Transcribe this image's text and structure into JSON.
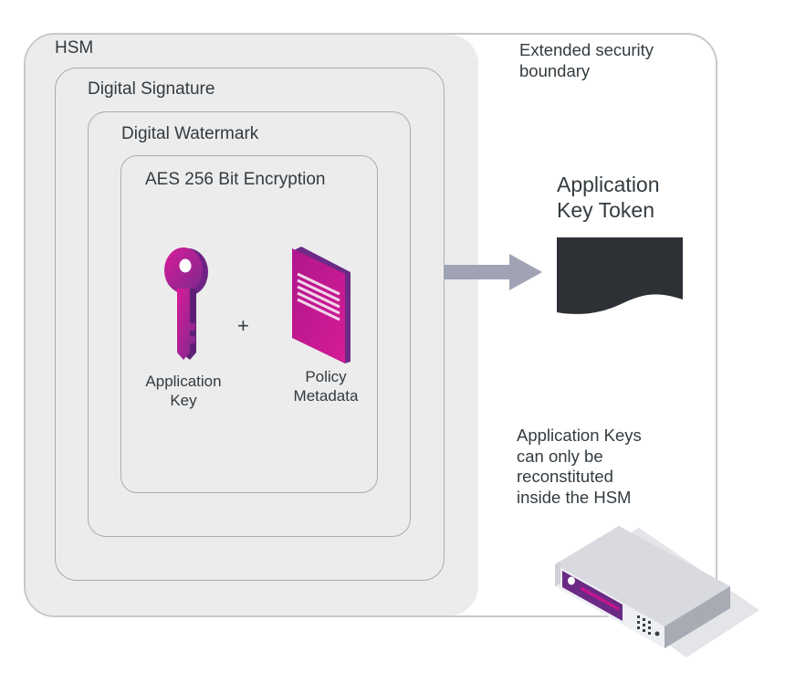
{
  "labels": {
    "hsm": "HSM",
    "extended_boundary_line1": "Extended security",
    "extended_boundary_line2": "boundary",
    "digital_signature": "Digital Signature",
    "digital_watermark": "Digital Watermark",
    "aes_encryption": "AES 256 Bit Encryption",
    "application_key_line1": "Application",
    "application_key_line2": "Key",
    "plus": "+",
    "policy_metadata_line1": "Policy",
    "policy_metadata_line2": "Metadata",
    "token_line1": "Application",
    "token_line2": "Key Token",
    "note_line1": "Application Keys",
    "note_line2": "can only be",
    "note_line3": "reconstituted",
    "note_line4": "inside the HSM"
  },
  "colors": {
    "panel_gray": "#ececed",
    "border_gray": "#a9acb3",
    "accent_magenta": "#c2168d",
    "accent_purple": "#6a2a86",
    "token_dark": "#2d3035",
    "arrow_gray": "#9fa3b4"
  },
  "icons": {
    "key": "key-icon",
    "document": "policy-document-icon",
    "token": "token-icon",
    "arrow": "arrow-right-icon",
    "hsm_device": "hsm-appliance-icon"
  }
}
